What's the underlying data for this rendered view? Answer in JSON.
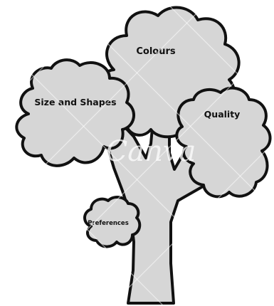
{
  "diagram": {
    "crowns": [
      {
        "id": "colours",
        "label": "Colours"
      },
      {
        "id": "size-and-shapes",
        "label": "Size and Shapes"
      },
      {
        "id": "quality",
        "label": "Quality"
      },
      {
        "id": "preferences",
        "label": "Preferences"
      }
    ],
    "watermark": {
      "text": "Canva"
    },
    "colors": {
      "fill": "#d6d6d6",
      "outline": "#111111",
      "background": "#ffffff"
    }
  }
}
